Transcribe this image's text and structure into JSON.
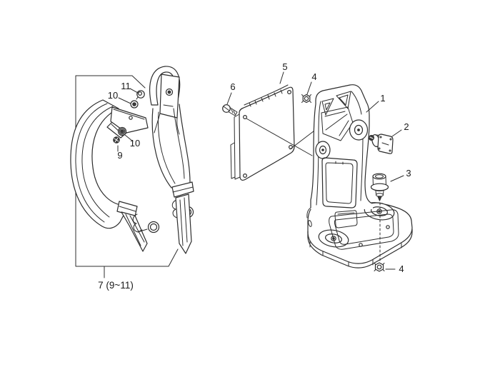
{
  "diagram": {
    "type": "exploded-parts-diagram",
    "background_color": "#ffffff",
    "line_color": "#2c2c2c",
    "label_color": "#1a1a1a",
    "labels": {
      "part1": "1",
      "part2": "2",
      "part3": "3",
      "part4_top": "4",
      "part4_bottom": "4",
      "part5": "5",
      "part6": "6",
      "part9": "9",
      "part10_upper": "10",
      "part10_lower": "10",
      "part11": "11",
      "group7": "7 (9~11)"
    }
  }
}
